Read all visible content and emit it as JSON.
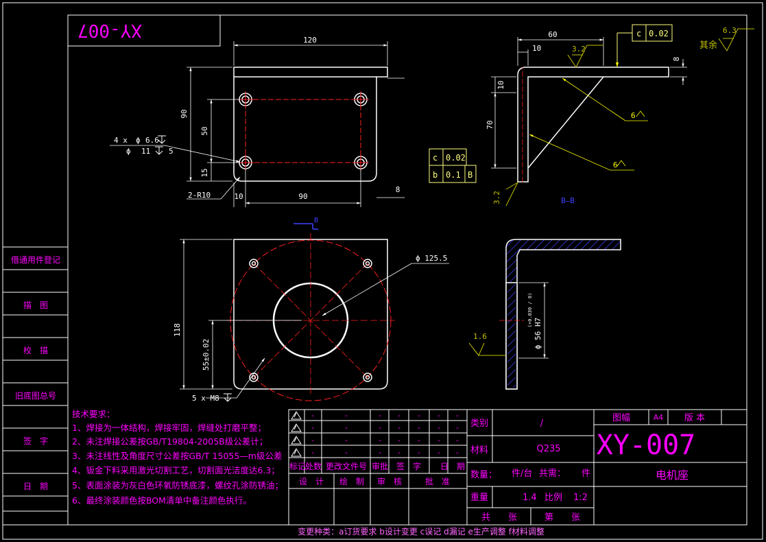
{
  "colors": {
    "background": "#000000",
    "frame": "#ffffff",
    "dim": "#ffffff",
    "center": "#ff2020",
    "leader": "#ffff00",
    "label": "#ff00ff",
    "hatch": "#4040ff",
    "tolerance": "#ffff80",
    "weld": "#c0c000",
    "footer": "#ff66ff"
  },
  "drawing": {
    "rotated_code": "XY-007",
    "title_code": "XY-007",
    "part_name": "电机座",
    "section_label": "B—B",
    "section_mark": "B",
    "rest_roughness": "其余",
    "rest_roughness_value": "6.3"
  },
  "left_panel": [
    "借通用件登记",
    "描　图",
    "校　描",
    "旧底图总号",
    "签　字",
    "日　期"
  ],
  "top_view": {
    "width": "120",
    "height": "90",
    "hole_pitch_v": "50",
    "edge_v": "15",
    "hole_pitch_h": "90",
    "edge_h": "10",
    "thickness": "8",
    "corner": "2-R10",
    "hole_count": "4 x",
    "phi": "ϕ",
    "hole_dia": "6.6",
    "hole_depth_phi": "ϕ",
    "hole_depth_dia": "11",
    "hole_depth": "5"
  },
  "side_view": {
    "length": "60",
    "offset": "10",
    "roughness": "3.2",
    "roughness_b": "3.2",
    "vertical_offset": "10",
    "height": "70",
    "thickness": "8",
    "weld_1": "6",
    "weld_2": "6",
    "tol_c_symbol": "c",
    "tol_c_value": "0.02",
    "tol_c2_symbol": "c",
    "tol_c2_value": "0.02",
    "tol_b_symbol": "b",
    "tol_b_value": "0.1",
    "tol_b_datum": "B"
  },
  "front_view": {
    "bolt_circle": "ϕ 125.5",
    "height": "118",
    "center_height": "55±0.02",
    "thread": "5 x M8"
  },
  "section_view": {
    "bore": "ϕ 56 H7",
    "bore_tol": "(+0.030 / 0)",
    "roughness": "1.6"
  },
  "tech_requirements": {
    "title": "技术要求：",
    "items": [
      "1、焊接为一体结构，焊接牢固，焊缝处打磨平整；",
      "2、未注焊接公差按GB/T19804-2005B级公差计；",
      "3、未注线性及角度尺寸公差按GB/T 15055—m级公差",
      "4、钣金下料采用激光切割工艺，切割面光洁度达6.3；",
      "5、表面涂装为灰白色环氧防锈底漆，螺纹孔涂防锈油；",
      "6、最终涂装颜色按BOM清单中备注颜色执行。"
    ]
  },
  "revision_table": {
    "dash": "-",
    "header": [
      "标记",
      "处数",
      "更改文件号",
      "审批",
      "签　字",
      "日　期"
    ],
    "sign_row": [
      "设　计",
      "绘　制",
      "审　核",
      "批　准"
    ]
  },
  "title_block": {
    "category_label": "类别",
    "category_value": "/",
    "material_label": "材料",
    "material_value": "Q235",
    "qty_label": "数量：",
    "qty_value": "件/台",
    "total_label": "共需：",
    "total_unit": "件",
    "weight_label": "重量",
    "weight_value": "1.4",
    "scale_label": "比例",
    "scale_value": "1:2",
    "sheet_total": "共　　张",
    "sheet_no": "第　　张",
    "size_label": "图幅",
    "size_value": "A4",
    "version_label": "版 本"
  },
  "footer": "变更种类：a订货要求 b设计变更 c误记 d漏记 e生产调整 f材料调整"
}
